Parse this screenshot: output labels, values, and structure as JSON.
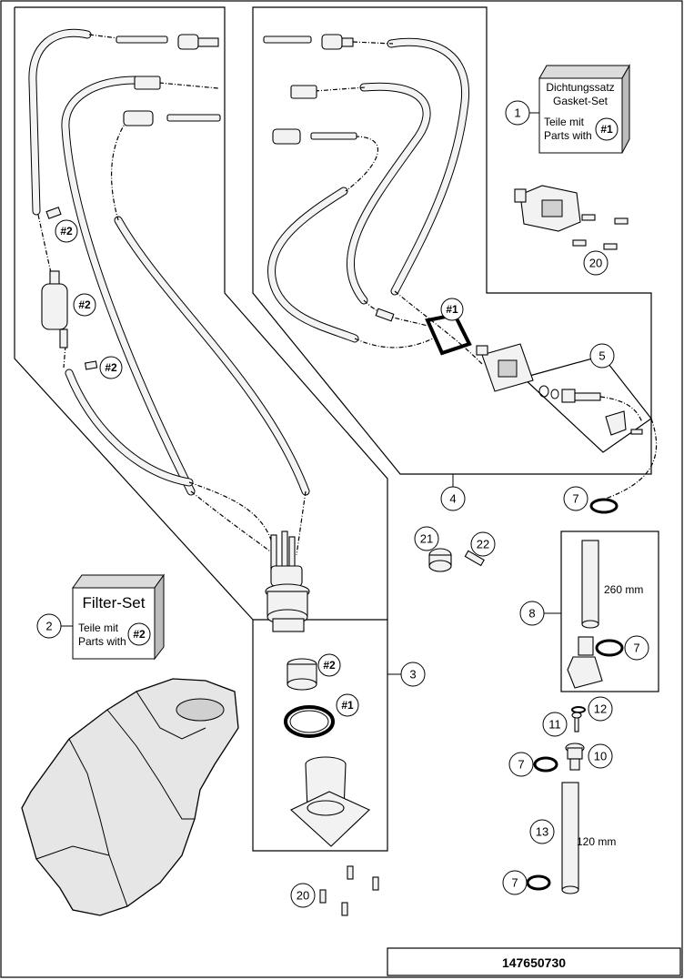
{
  "diagram": {
    "doc_number": "147650730",
    "callouts": [
      {
        "id": "c1",
        "label": "1"
      },
      {
        "id": "c2",
        "label": "2"
      },
      {
        "id": "c3",
        "label": "3"
      },
      {
        "id": "c4",
        "label": "4"
      },
      {
        "id": "c5",
        "label": "5"
      },
      {
        "id": "c7a",
        "label": "7"
      },
      {
        "id": "c7b",
        "label": "7"
      },
      {
        "id": "c7c",
        "label": "7"
      },
      {
        "id": "c7d",
        "label": "7"
      },
      {
        "id": "c8",
        "label": "8"
      },
      {
        "id": "c10",
        "label": "10"
      },
      {
        "id": "c11",
        "label": "11"
      },
      {
        "id": "c12",
        "label": "12"
      },
      {
        "id": "c13",
        "label": "13"
      },
      {
        "id": "c20a",
        "label": "20"
      },
      {
        "id": "c20b",
        "label": "20"
      },
      {
        "id": "c21",
        "label": "21"
      },
      {
        "id": "c22",
        "label": "22"
      }
    ],
    "refs": [
      {
        "id": "r1a",
        "label": "#1"
      },
      {
        "id": "r1b",
        "label": "#1"
      },
      {
        "id": "r1c",
        "label": "#1"
      },
      {
        "id": "r2a",
        "label": "#2"
      },
      {
        "id": "r2b",
        "label": "#2"
      },
      {
        "id": "r2c",
        "label": "#2"
      },
      {
        "id": "r2d",
        "label": "#2"
      },
      {
        "id": "r2e",
        "label": "#2"
      }
    ],
    "gasket_set": {
      "title_de": "Dichtungssatz",
      "title_en": "Gasket-Set",
      "parts_de": "Teile mit",
      "parts_en": "Parts with"
    },
    "filter_set": {
      "title": "Filter-Set",
      "parts_de": "Teile mit",
      "parts_en": "Parts with"
    },
    "dimensions": {
      "hose_long": "260 mm",
      "hose_short": "120 mm"
    },
    "colors": {
      "line": "#000000",
      "part_fill": "#f2f2f2",
      "shade": "#d0d0d0"
    }
  }
}
